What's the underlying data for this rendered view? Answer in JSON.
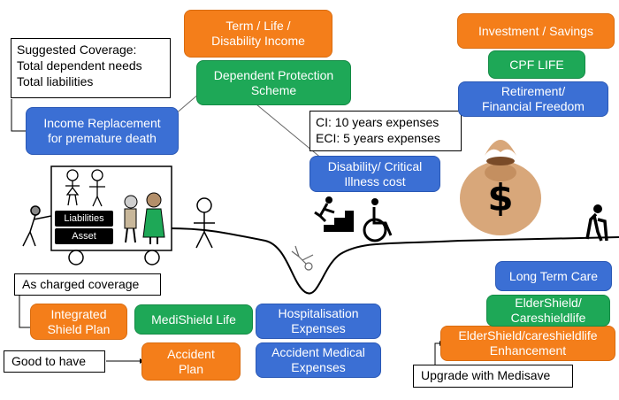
{
  "suggested_note": "Suggested Coverage:\nTotal dependent needs\nTotal liabilities",
  "term_life": "Term / Life /\nDisability Income",
  "dps": "Dependent Protection\nScheme",
  "income_replacement": "Income Replacement\nfor premature death",
  "ci_note": "CI: 10 years expenses\nECI: 5 years expenses",
  "disability_ci": "Disability/ Critical\nIllness cost",
  "investment": "Investment / Savings",
  "cpf_life": "CPF LIFE",
  "retirement": "Retirement/\nFinancial Freedom",
  "liabilities": "Liabilities",
  "asset": "Asset",
  "charged_note": "As charged coverage",
  "integrated_shield": "Integrated\nShield Plan",
  "medishield": "MediShield Life",
  "hospitalisation": "Hospitalisation\nExpenses",
  "good_to_have": "Good to have",
  "accident_plan": "Accident\nPlan",
  "accident_medical": "Accident Medical\nExpenses",
  "long_term_care": "Long Term Care",
  "eldershield": "ElderShield/\nCareshieldlife",
  "eldershield_enh": "ElderShield/careshieldlife\nEnhancement",
  "medisave_note": "Upgrade with Medisave",
  "dollar_sign": "$",
  "colors": {
    "orange": "#f47e1a",
    "green": "#1ea857",
    "blue": "#3b6fd4"
  }
}
